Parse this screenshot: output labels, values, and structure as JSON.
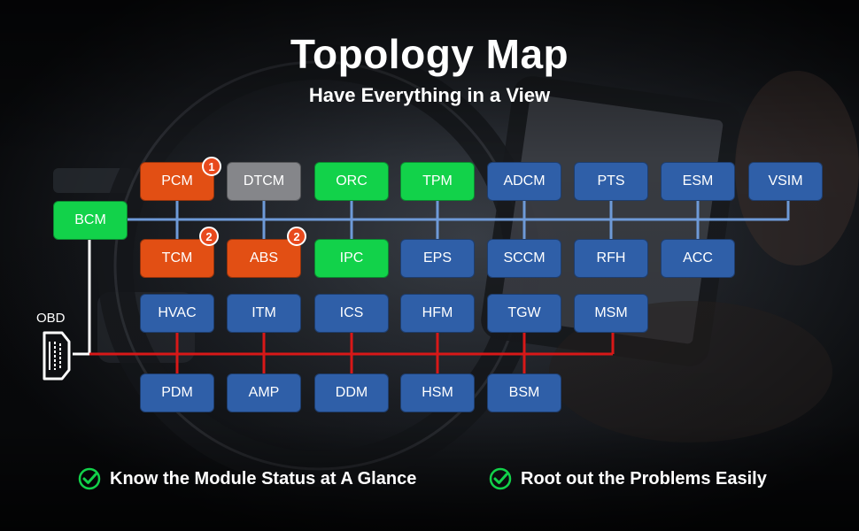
{
  "header": {
    "title": "Topology Map",
    "subtitle": "Have Everything in a View"
  },
  "obd": {
    "label": "OBD"
  },
  "colors": {
    "blue": "#2f5fa8",
    "orange": "#e24f14",
    "gray": "#85868a",
    "green": "#12d24a",
    "line_blue": "#6e9ad8",
    "line_red": "#d81818",
    "line_white": "#ffffff"
  },
  "modules": {
    "bcm": {
      "label": "BCM",
      "status": "green"
    },
    "pcm": {
      "label": "PCM",
      "status": "orange",
      "badge": "1"
    },
    "dtcm": {
      "label": "DTCM",
      "status": "gray"
    },
    "orc": {
      "label": "ORC",
      "status": "green"
    },
    "tpm": {
      "label": "TPM",
      "status": "green"
    },
    "adcm": {
      "label": "ADCM",
      "status": "blue"
    },
    "pts": {
      "label": "PTS",
      "status": "blue"
    },
    "esm": {
      "label": "ESM",
      "status": "blue"
    },
    "vsim": {
      "label": "VSIM",
      "status": "blue"
    },
    "tcm": {
      "label": "TCM",
      "status": "orange",
      "badge": "2"
    },
    "abs": {
      "label": "ABS",
      "status": "orange",
      "badge": "2"
    },
    "ipc": {
      "label": "IPC",
      "status": "green"
    },
    "eps": {
      "label": "EPS",
      "status": "blue"
    },
    "sccm": {
      "label": "SCCM",
      "status": "blue"
    },
    "rfh": {
      "label": "RFH",
      "status": "blue"
    },
    "acc": {
      "label": "ACC",
      "status": "blue"
    },
    "hvac": {
      "label": "HVAC",
      "status": "blue"
    },
    "itm": {
      "label": "ITM",
      "status": "blue"
    },
    "ics": {
      "label": "ICS",
      "status": "blue"
    },
    "hfm": {
      "label": "HFM",
      "status": "blue"
    },
    "tgw": {
      "label": "TGW",
      "status": "blue"
    },
    "msm": {
      "label": "MSM",
      "status": "blue"
    },
    "pdm": {
      "label": "PDM",
      "status": "blue"
    },
    "amp": {
      "label": "AMP",
      "status": "blue"
    },
    "ddm": {
      "label": "DDM",
      "status": "blue"
    },
    "hsm": {
      "label": "HSM",
      "status": "blue"
    },
    "bsm": {
      "label": "BSM",
      "status": "blue"
    }
  },
  "features": [
    {
      "label": "Know the Module Status at A Glance",
      "icon": "check-circle-icon"
    },
    {
      "label": "Root out the Problems Easily",
      "icon": "check-circle-icon"
    }
  ]
}
